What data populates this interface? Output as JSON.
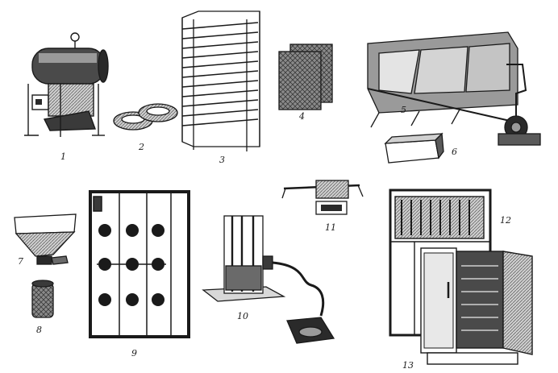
{
  "colors": {
    "ink": "#1a1a1a",
    "dark": "#2a2a2a",
    "mid": "#6a6a6a",
    "light": "#bdbdbd",
    "paper": "#ffffff"
  },
  "items": [
    {
      "id": "autoclave",
      "label": "1"
    },
    {
      "id": "rings",
      "label": "2"
    },
    {
      "id": "rack",
      "label": "3"
    },
    {
      "id": "frames",
      "label": "4"
    },
    {
      "id": "conveyor-chamber",
      "label": "5"
    },
    {
      "id": "tray",
      "label": "6"
    },
    {
      "id": "hopper",
      "label": "7"
    },
    {
      "id": "jar",
      "label": "8"
    },
    {
      "id": "cabinet",
      "label": "9"
    },
    {
      "id": "apparatus",
      "label": "10"
    },
    {
      "id": "scale",
      "label": "11"
    },
    {
      "id": "upper-cabinet",
      "label": "12"
    },
    {
      "id": "incubator",
      "label": "13"
    }
  ]
}
